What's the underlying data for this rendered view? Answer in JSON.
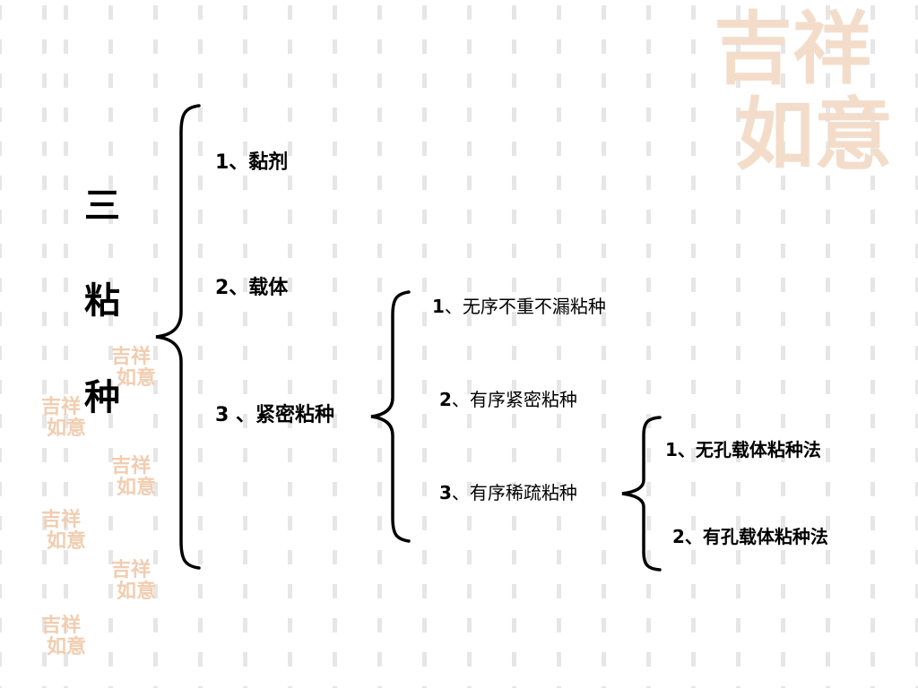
{
  "title_chars": [
    "三",
    "粘",
    "种"
  ],
  "level1": [
    {
      "text": "1、黏剂"
    },
    {
      "text": "2、载体"
    },
    {
      "text": "3 、紧密粘种"
    }
  ],
  "level2": [
    {
      "num": "1",
      "text": "、无序不重不漏粘种"
    },
    {
      "num": "2",
      "text": "、有序紧密粘种"
    },
    {
      "num": "3",
      "text": "、有序稀疏粘种"
    }
  ],
  "level3": [
    {
      "num": "1",
      "text": "、无孔载体粘种法"
    },
    {
      "num": "2",
      "text": "、有孔载体粘种法"
    }
  ],
  "decoration": {
    "seal_icon": "auspicious-seal-icon",
    "seal_text": [
      "吉祥",
      "如意"
    ],
    "seal_color": "#e8a87c",
    "stripe_color": "#e6e6e6",
    "brace_color": "#000000"
  }
}
